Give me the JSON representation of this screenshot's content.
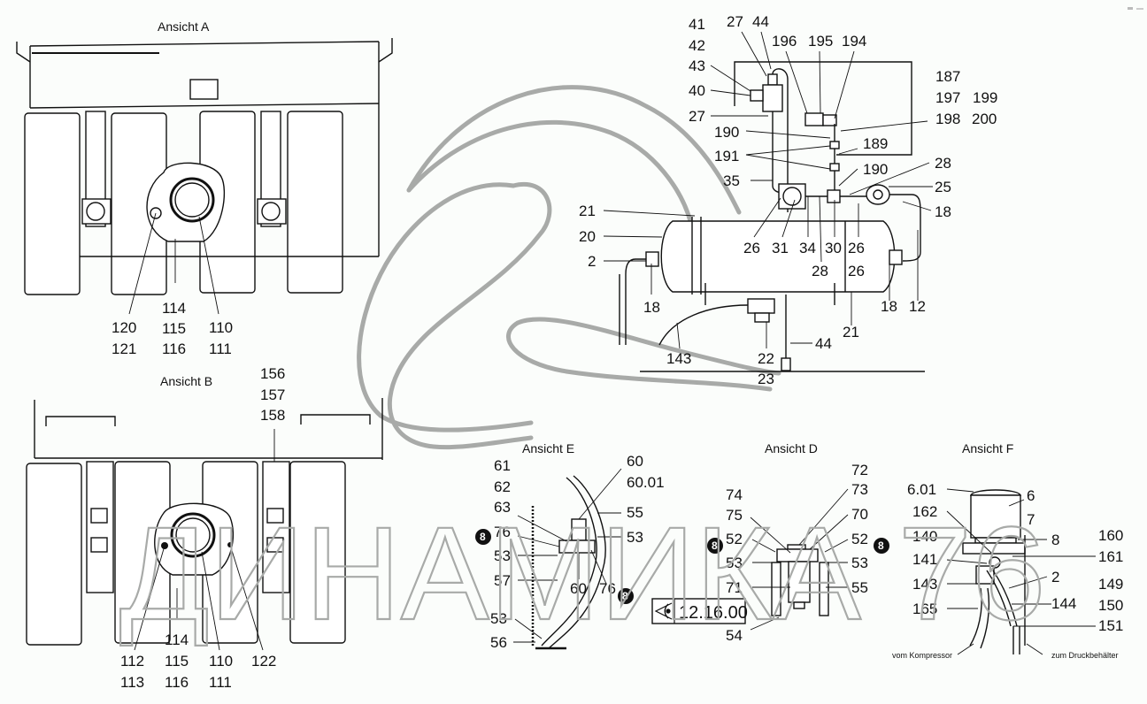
{
  "views": {
    "a": {
      "title": "Ansicht A",
      "labels": [
        "120",
        "121",
        "114",
        "115",
        "116",
        "110",
        "111"
      ]
    },
    "b": {
      "title": "Ansicht B",
      "labels": [
        "156",
        "157",
        "158",
        "112",
        "113",
        "114",
        "115",
        "116",
        "110",
        "111",
        "122"
      ]
    },
    "main": {
      "labels": [
        "41",
        "42",
        "43",
        "40",
        "27",
        "27",
        "44",
        "196",
        "195",
        "194",
        "187",
        "197",
        "199",
        "198",
        "200",
        "190",
        "191",
        "189",
        "190",
        "35",
        "28",
        "25",
        "18",
        "21",
        "20",
        "2",
        "26",
        "31",
        "34",
        "30",
        "26",
        "28",
        "26",
        "18",
        "18",
        "12",
        "21",
        "143",
        "22",
        "44",
        "23"
      ]
    },
    "e": {
      "title": "Ansicht E",
      "labels": [
        "61",
        "62",
        "63",
        "76",
        "53",
        "57",
        "53",
        "56",
        "60",
        "60.01",
        "55",
        "53",
        "60",
        "76"
      ]
    },
    "d": {
      "title": "Ansicht D",
      "labels": [
        "74",
        "75",
        "52",
        "53",
        "71",
        "54",
        "72",
        "73",
        "70",
        "52",
        "53",
        "55"
      ]
    },
    "f": {
      "title": "Ansicht F",
      "labels": [
        "6.01",
        "162",
        "140",
        "141",
        "143",
        "165",
        "6",
        "7",
        "8",
        "160",
        "161",
        "2",
        "149",
        "144",
        "150",
        "151"
      ],
      "notes": [
        "vom Kompressor",
        "zum Druckbehälter"
      ]
    }
  },
  "badges": {
    "value": "8"
  },
  "reference": {
    "value": "12.16.00",
    "icon": "eye-view-icon"
  },
  "watermark": {
    "text": "ДИНАМИКА 76"
  },
  "colors": {
    "line": "#111111",
    "watermark": "#a8aaa8",
    "background": "#fbfdfb"
  }
}
